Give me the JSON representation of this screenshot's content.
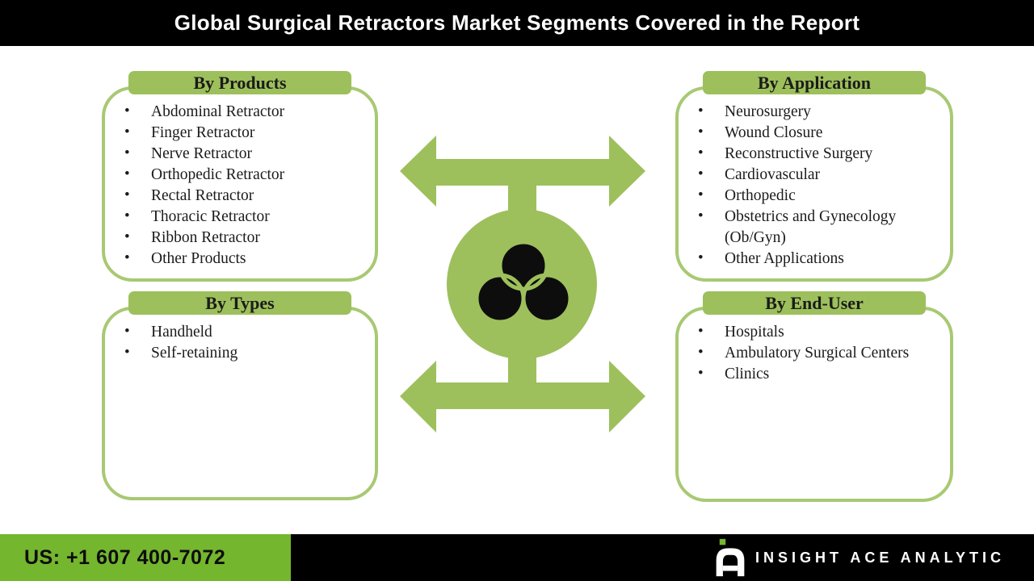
{
  "title": "Global Surgical Retractors Market Segments Covered in the Report",
  "segments": {
    "products": {
      "header": "By Products",
      "items": [
        "Abdominal Retractor",
        "Finger Retractor",
        "Nerve Retractor",
        "Orthopedic Retractor",
        "Rectal Retractor",
        "Thoracic Retractor",
        "Ribbon Retractor",
        "Other Products"
      ]
    },
    "types": {
      "header": "By Types",
      "items": [
        "Handheld",
        "Self-retaining"
      ]
    },
    "application": {
      "header": "By Application",
      "items": [
        "Neurosurgery",
        "Wound Closure",
        "Reconstructive Surgery",
        "Cardiovascular",
        "Orthopedic",
        "Obstetrics and Gynecology (Ob/Gyn)",
        "Other Applications"
      ]
    },
    "end_user": {
      "header": "By End-User",
      "items": [
        "Hospitals",
        "Ambulatory Surgical Centers",
        "Clinics"
      ]
    }
  },
  "center": {
    "icon": "venn-diagram-icon"
  },
  "footer": {
    "phone": "US: +1 607 400-7072",
    "brand": "INSIGHT ACE ANALYTIC"
  },
  "colors": {
    "accent_green": "#9DC05C",
    "outline_green": "#A8C973",
    "footer_green": "#74B62E",
    "bar_black": "#000000",
    "text_ink": "#1B1B1B"
  }
}
